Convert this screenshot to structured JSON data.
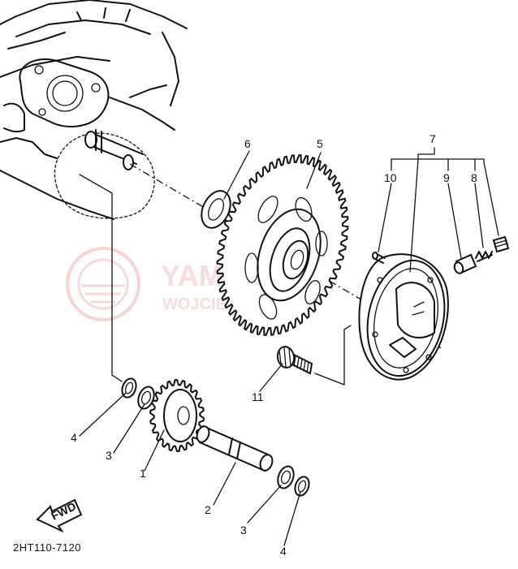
{
  "diagram": {
    "catalog_code": "2HT110-7120",
    "fwd_label": "FWD",
    "watermark": {
      "line1": "YAMAHA",
      "line2": "WOJCIE",
      "color": "#e05050"
    },
    "callouts": {
      "c1": "1",
      "c2": "2",
      "c3a": "3",
      "c3b": "3",
      "c4a": "4",
      "c4b": "4",
      "c5": "5",
      "c6": "6",
      "c7": "7",
      "c8": "8",
      "c9": "9",
      "c10": "10",
      "c11": "11"
    }
  }
}
